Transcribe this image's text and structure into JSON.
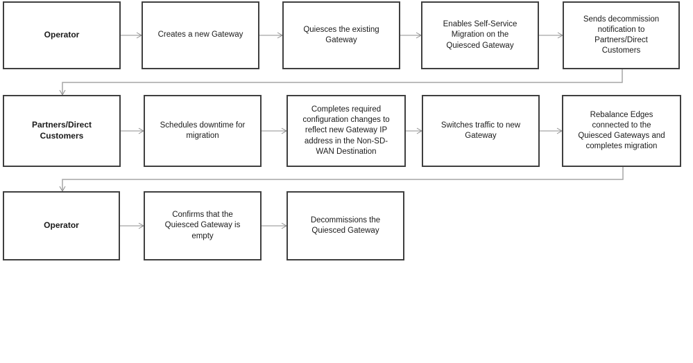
{
  "diagram": {
    "type": "flowchart",
    "colors": {
      "background": "#ffffff",
      "box_border": "#3f3f3f",
      "box_fill": "#ffffff",
      "text": "#1a1a1a",
      "arrow": "#8c8c8c",
      "elbow_connector": "#a6a6a6"
    },
    "rows": [
      {
        "lane": "operator-phase-1",
        "steps": [
          {
            "label": "Operator",
            "bold": true
          },
          {
            "label": "Creates a new Gateway",
            "bold": false
          },
          {
            "label": "Quiesces the existing\nGateway",
            "bold": false
          },
          {
            "label": "Enables Self-Service\nMigration on the\nQuiesced Gateway",
            "bold": false
          },
          {
            "label": "Sends decommission\nnotification to\nPartners/Direct\nCustomers",
            "bold": false
          }
        ]
      },
      {
        "lane": "partners-direct-customers-phase",
        "steps": [
          {
            "label": "Partners/Direct\nCustomers",
            "bold": true
          },
          {
            "label": "Schedules downtime for\nmigration",
            "bold": false
          },
          {
            "label": "Completes required\nconfiguration changes to\nreflect new Gateway IP\naddress in the Non-SD-\nWAN Destination",
            "bold": false
          },
          {
            "label": "Switches traffic to new\nGateway",
            "bold": false
          },
          {
            "label": "Rebalance Edges\nconnected to the\nQuiesced Gateways and\ncompletes migration",
            "bold": false
          }
        ]
      },
      {
        "lane": "operator-phase-2",
        "steps": [
          {
            "label": "Operator",
            "bold": true
          },
          {
            "label": "Confirms that the\nQuiesced Gateway is\nempty",
            "bold": false
          },
          {
            "label": "Decommissions the\nQuiesced Gateway",
            "bold": false
          }
        ]
      }
    ]
  }
}
